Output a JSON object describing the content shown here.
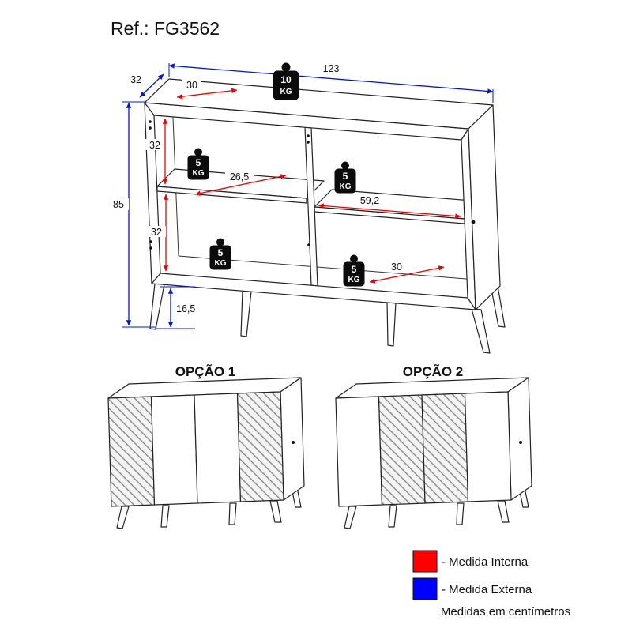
{
  "title": "Ref.: FG3562",
  "main_drawing": {
    "dimensions": {
      "total_width": "123",
      "total_depth": "32",
      "total_height": "85",
      "top_inner_width": "30",
      "upper_inner_height": "32",
      "lower_inner_height": "32",
      "left_shelf_depth": "26,5",
      "right_shelf_width": "59,2",
      "bottom_inner_width": "30",
      "leg_height": "16,5"
    },
    "weights": {
      "top": {
        "value": "10",
        "unit": "KG"
      },
      "left_shelf": {
        "value": "5",
        "unit": "KG"
      },
      "right_shelf": {
        "value": "5",
        "unit": "KG"
      },
      "bottom_left": {
        "value": "5",
        "unit": "KG"
      },
      "bottom_right": {
        "value": "5",
        "unit": "KG"
      }
    }
  },
  "options": [
    {
      "label": "OPÇÃO 1"
    },
    {
      "label": "OPÇÃO 2"
    }
  ],
  "legend": {
    "internal": {
      "label": "- Medida Interna",
      "color": "#ff0000"
    },
    "external": {
      "label": "- Medida Externa",
      "color": "#0000ff"
    },
    "note": "Medidas em centímetros"
  }
}
